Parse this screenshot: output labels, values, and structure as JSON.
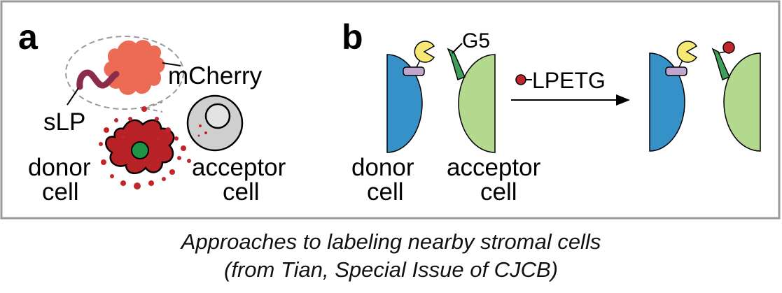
{
  "panel_a": {
    "letter": "a",
    "labels": {
      "mcherry": "mCherry",
      "slp": "sLP",
      "donor_line1": "donor",
      "donor_line2": "cell",
      "acceptor_line1": "acceptor",
      "acceptor_line2": "cell"
    }
  },
  "panel_b": {
    "letter": "b",
    "labels": {
      "g5": "G5",
      "lpetg": "LPETG",
      "donor_line1": "donor",
      "donor_line2": "cell",
      "acceptor_line1": "acceptor",
      "acceptor_line2": "cell"
    }
  },
  "caption": {
    "line1": "Approaches to labeling nearby stromal cells",
    "line2": "(from Tian, Special Issue of CJCB)"
  },
  "colors": {
    "frame": "#9a9a9a",
    "mcherry": "#ec6b55",
    "linker": "#8b2d4a",
    "donor_cell": "#b82227",
    "nucleus": "#1f9447",
    "droplet": "#c2262d",
    "acceptor_cell": "#cfcfcf",
    "blue_cell": "#3591c7",
    "green_cell": "#b2d98d",
    "receptor": "#c0a6cf",
    "pacman": "#f7e774",
    "g5": "#3ea05b",
    "lpetg_dot": "#c2262d"
  }
}
